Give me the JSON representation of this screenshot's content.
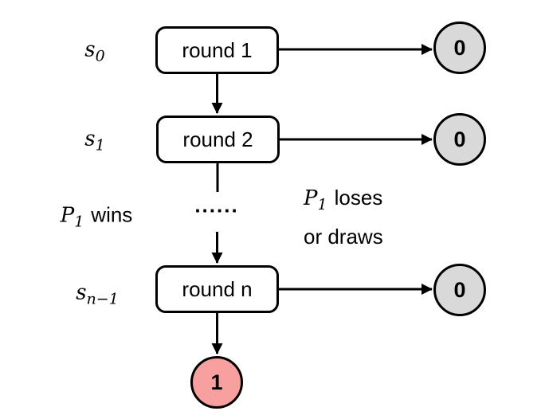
{
  "states": [
    {
      "base": "s",
      "sub": "0"
    },
    {
      "base": "s",
      "sub": "1"
    },
    {
      "base": "s",
      "sub": "n−1"
    }
  ],
  "rounds": [
    {
      "label": "round 1"
    },
    {
      "label": "round 2"
    },
    {
      "label": "round n"
    }
  ],
  "terminals": [
    {
      "value": "0",
      "kind": "draw"
    },
    {
      "value": "0",
      "kind": "draw"
    },
    {
      "value": "0",
      "kind": "draw"
    },
    {
      "value": "1",
      "kind": "win"
    }
  ],
  "ellipsis": "......",
  "edge_labels": {
    "wins": {
      "symbol": "P",
      "sub": "1",
      "text": "wins"
    },
    "loses": {
      "symbol": "P",
      "sub": "1",
      "line1": "loses",
      "line2": "or draws"
    }
  },
  "colors": {
    "terminal_draw_fill": "#d9d9d9",
    "terminal_win_fill": "#f8a0a0",
    "stroke": "#000000",
    "background": "#ffffff"
  }
}
